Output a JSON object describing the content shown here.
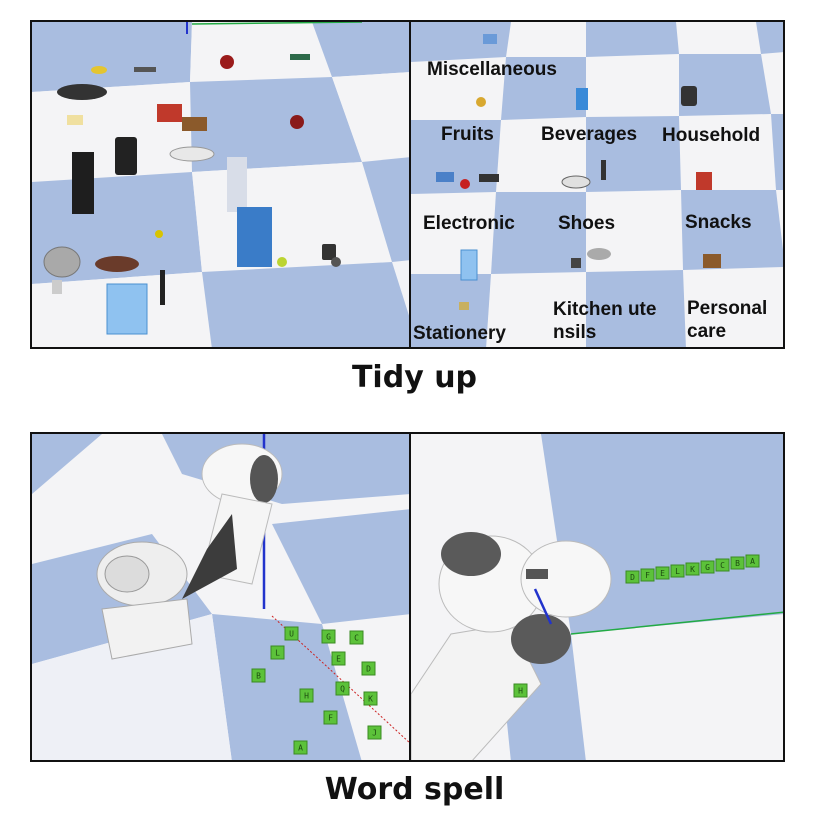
{
  "figure": {
    "tidy_up": {
      "caption": "Tidy up",
      "categories": [
        {
          "id": "miscellaneous",
          "label": "Miscellaneous"
        },
        {
          "id": "fruits",
          "label": "Fruits"
        },
        {
          "id": "beverages",
          "label": "Beverages"
        },
        {
          "id": "household",
          "label": "Household"
        },
        {
          "id": "electronic",
          "label": "Electronic"
        },
        {
          "id": "shoes",
          "label": "Shoes"
        },
        {
          "id": "snacks",
          "label": "Snacks"
        },
        {
          "id": "stationery",
          "label": "Stationery"
        },
        {
          "id": "kitchen",
          "label": "Kitchen ute\nnsils"
        },
        {
          "id": "personal",
          "label": "Personal\ncare"
        }
      ]
    },
    "word_spell": {
      "caption": "Word spell",
      "scattered_letters": [
        "U",
        "G",
        "C",
        "L",
        "E",
        "D",
        "B",
        "H",
        "Q",
        "K",
        "F",
        "J",
        "A"
      ],
      "arranged_letters": [
        "D",
        "F",
        "E",
        "L",
        "K",
        "G",
        "C",
        "B",
        "A"
      ],
      "held_letter": "H"
    }
  }
}
